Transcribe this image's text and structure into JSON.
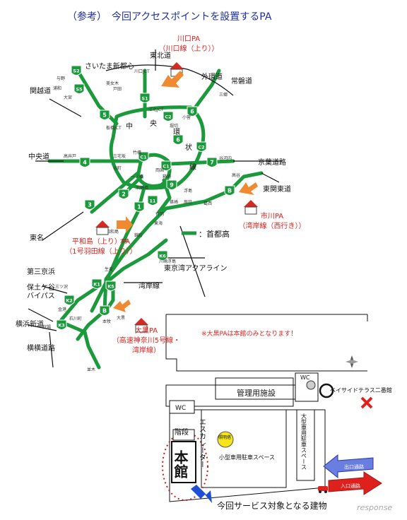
{
  "title": "（参考）　今回アクセスポイントを設置するPA",
  "colors": {
    "expressway": "#1a9a3a",
    "red_text": "#e0201c",
    "orange_arrow": "#f08a30",
    "blue_arrow": "#1f4fd6",
    "badge_fill": "#1a9a3a",
    "map_line": "#111111"
  },
  "pa_labels": {
    "kawaguchi": [
      "川口PA",
      "（川口線（上り））"
    ],
    "ichikawa": [
      "市川PA",
      "（湾岸線（西行き））"
    ],
    "heiwajima": [
      "平和島（上り）PA",
      "（1号羽田線（上り））"
    ],
    "daikoku": [
      "大黒PA",
      "（高速神奈川5号線・",
      "湾岸線）"
    ]
  },
  "note": "※大黒PAは本館のみとなります！",
  "legend": "：首都高",
  "expressway_names": {
    "tohokudo": "東北道",
    "saitama_shintoshin": "さいたま新都心",
    "gaikando": "外環道",
    "joban": "常磐道",
    "kanetsu": "関越道",
    "chuodo": "中央道",
    "keiyo": "京葉道路",
    "higashikanto": "東関東道",
    "tomei": "東名",
    "daisan_keihin": "第三京浜",
    "hodogaya": "保土ケ谷\nバイパス",
    "yokohama_shindo": "横浜新道",
    "yokoyoko": "横横道路",
    "tokyo_wan_aqua": "東京湾アクアライン",
    "wangan": "湾岸線"
  },
  "ring_labels": [
    "中",
    "央",
    "環",
    "状",
    "線"
  ],
  "route_badges": [
    {
      "label": "S2"
    },
    {
      "label": "S5"
    },
    {
      "label": "S1"
    },
    {
      "label": "5"
    },
    {
      "label": "6"
    },
    {
      "label": "C2"
    },
    {
      "label": "6"
    },
    {
      "label": "C2"
    },
    {
      "label": "C1"
    },
    {
      "label": "4"
    },
    {
      "label": "7"
    },
    {
      "label": "C1"
    },
    {
      "label": "9"
    },
    {
      "label": "B"
    },
    {
      "label": "2"
    },
    {
      "label": "3"
    },
    {
      "label": "1"
    },
    {
      "label": "11"
    },
    {
      "label": "K6"
    },
    {
      "label": "K1"
    },
    {
      "label": "K5"
    },
    {
      "label": "K2"
    },
    {
      "label": "B"
    },
    {
      "label": "K3"
    }
  ],
  "small_labels": [
    "川口JCT",
    "美女木",
    "戸田",
    "大宮",
    "与野",
    "浦和",
    "三郷",
    "江北JCT",
    "小菅",
    "堀切",
    "板橋JCT",
    "高井戸",
    "三宅坂",
    "竹橋",
    "谷町",
    "一ノ橋",
    "箱崎",
    "両国",
    "谷河内",
    "浜崎橋",
    "辰巳",
    "高谷",
    "葛西",
    "有明",
    "東海",
    "昭和島",
    "大井",
    "川崎浮島",
    "生麦",
    "三ツ沢",
    "金港",
    "石川町",
    "狩場",
    "本牧",
    "並木",
    "錦町",
    "篠崎",
    "浮島",
    "大黒"
  ],
  "floor_plan": {
    "kanri_shisetsu": "管理用施設",
    "wc_left": "WC",
    "wc_right": "WC",
    "kaidan": "階段",
    "escalator": "エスカレーター",
    "shomei_to": "照明塔",
    "small_parking": "小型車用駐車スペース",
    "large_parking": "大型車用駐車スペース",
    "honkan": "本館",
    "bayside": "ベイサイドテラス二番館",
    "exit_road": "出口通路",
    "entrance_road": "入口通路",
    "caption": "今回サービス対象となる建物",
    "watermark": "response"
  }
}
